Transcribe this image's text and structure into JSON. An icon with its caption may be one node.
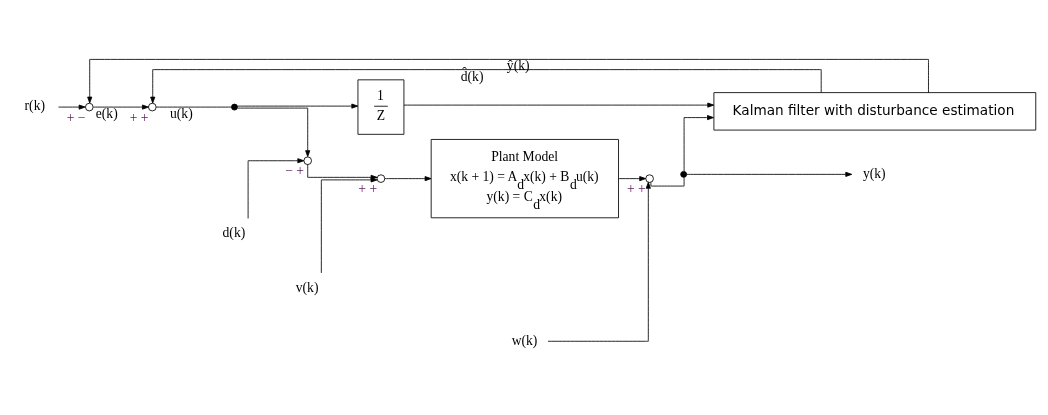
{
  "diagram": {
    "nodes": [
      {
        "text": [
          "r(k)"
        ]
      },
      {
        "text": [],
        "shape": "circle",
        "beside": [
          "+",
          "−"
        ]
      },
      {
        "text": [],
        "shape": "circle",
        "beside": [
          "+",
          "+"
        ]
      },
      {
        "text": [],
        "shape": "dot"
      },
      {
        "text": [
          "d(k)"
        ]
      },
      {
        "text": [
          "v(k)"
        ]
      },
      {
        "text": [],
        "shape": "circle",
        "beside": [
          "−",
          "+"
        ]
      },
      {
        "text": [],
        "shape": "circle",
        "beside": [
          "+",
          "+"
        ]
      },
      {
        "text": [
          "Plant Model",
          "x(k + 1) = A$_{d}$x(k) + B$_{d}$u(k)",
          "y(k) = C$_{d}$x(k)"
        ]
      },
      {
        "text": [
          "w(k)"
        ]
      },
      {
        "text": [],
        "shape": "circle",
        "beside": [
          "+",
          "+"
        ]
      },
      {
        "text": [],
        "shape": "dot"
      },
      {
        "text": [
          "y(k)"
        ]
      },
      {
        "text": [
          "1",
          "Z"
        ]
      },
      {
        "text": [
          "Kalman filter with disturbance estimation"
        ]
      }
    ],
    "edges": [
      {
        "from": 0,
        "to": 1,
        "arrow": "to"
      },
      {
        "from": 1,
        "to": 2,
        "arrow": "to",
        "label": "e(k)"
      },
      {
        "from": 2,
        "to": 3,
        "arrow": "none",
        "label": "u(k)"
      },
      {
        "from": 3,
        "to": 6,
        "arrow": "to"
      },
      {
        "from": 4,
        "to": 6,
        "arrow": "to"
      },
      {
        "from": 6,
        "to": 7,
        "arrow": "to"
      },
      {
        "from": 5,
        "to": 7,
        "arrow": "to"
      },
      {
        "from": 7,
        "to": 8,
        "arrow": "to"
      },
      {
        "from": 8,
        "to": 10,
        "arrow": "to"
      },
      {
        "from": 9,
        "to": 10,
        "arrow": "to"
      },
      {
        "from": 10,
        "to": 11,
        "arrow": "none"
      },
      {
        "from": 11,
        "to": 12,
        "arrow": "to"
      },
      {
        "from": 11,
        "to": 14,
        "arrow": "to"
      },
      {
        "from": 3,
        "to": 13,
        "arrow": "to"
      },
      {
        "from": 13,
        "to": 14,
        "arrow": "to"
      },
      {
        "from": 14,
        "to": 2,
        "arrow": "to",
        "label": "d̂(k)"
      },
      {
        "from": 14,
        "to": 1,
        "arrow": "to",
        "label": "ŷ(k)"
      }
    ]
  }
}
